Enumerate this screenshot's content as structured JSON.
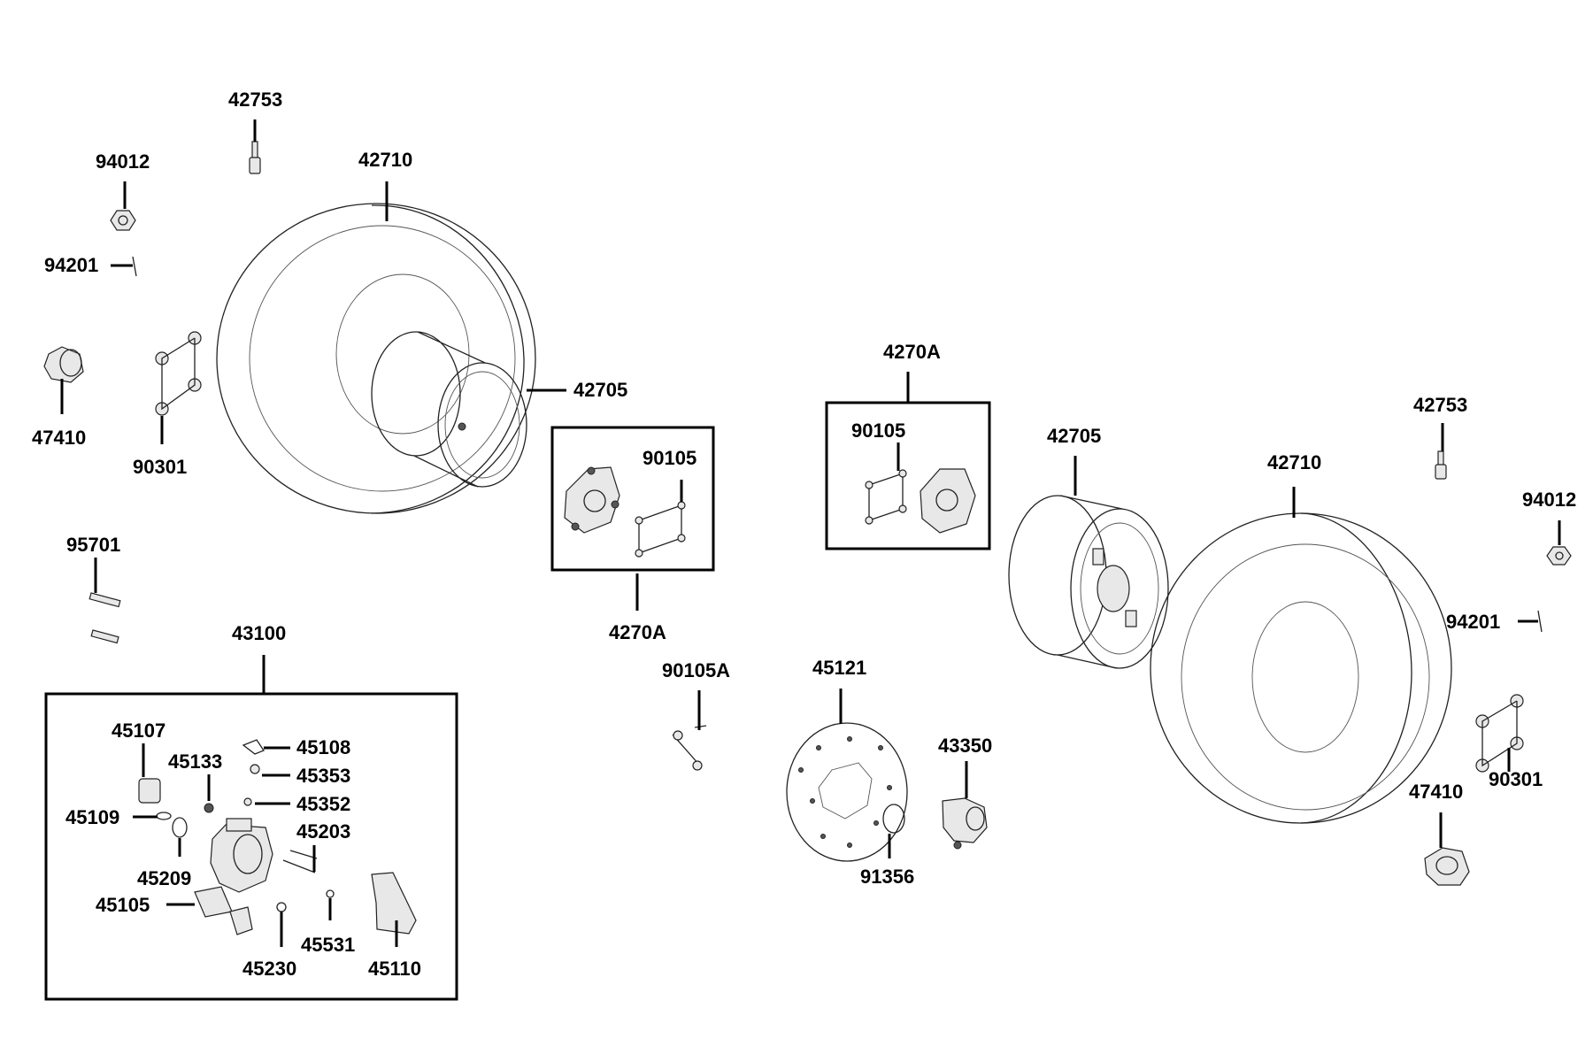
{
  "labels": {
    "l42753_left": "42753",
    "l94012_left": "94012",
    "l42710_left": "42710",
    "l94201_left": "94201",
    "l42705_left": "42705",
    "l47410_left": "47410",
    "l90301_left": "90301",
    "l95701": "95701",
    "l90105_box1": "90105",
    "l4270A_box1": "4270A",
    "l43100": "43100",
    "l45107": "45107",
    "l45133": "45133",
    "l45108": "45108",
    "l45353": "45353",
    "l45352": "45352",
    "l45109": "45109",
    "l45203": "45203",
    "l45209": "45209",
    "l45105": "45105",
    "l45531": "45531",
    "l45230": "45230",
    "l45110": "45110",
    "l4270A_box2": "4270A",
    "l90105_box2": "90105",
    "l42705_right": "42705",
    "l42753_right": "42753",
    "l42710_right": "42710",
    "l94012_right": "94012",
    "l94201_right": "94201",
    "l90301_right": "90301",
    "l47410_right": "47410",
    "l90105A": "90105A",
    "l45121": "45121",
    "l43350": "43350",
    "l91356": "91356"
  }
}
